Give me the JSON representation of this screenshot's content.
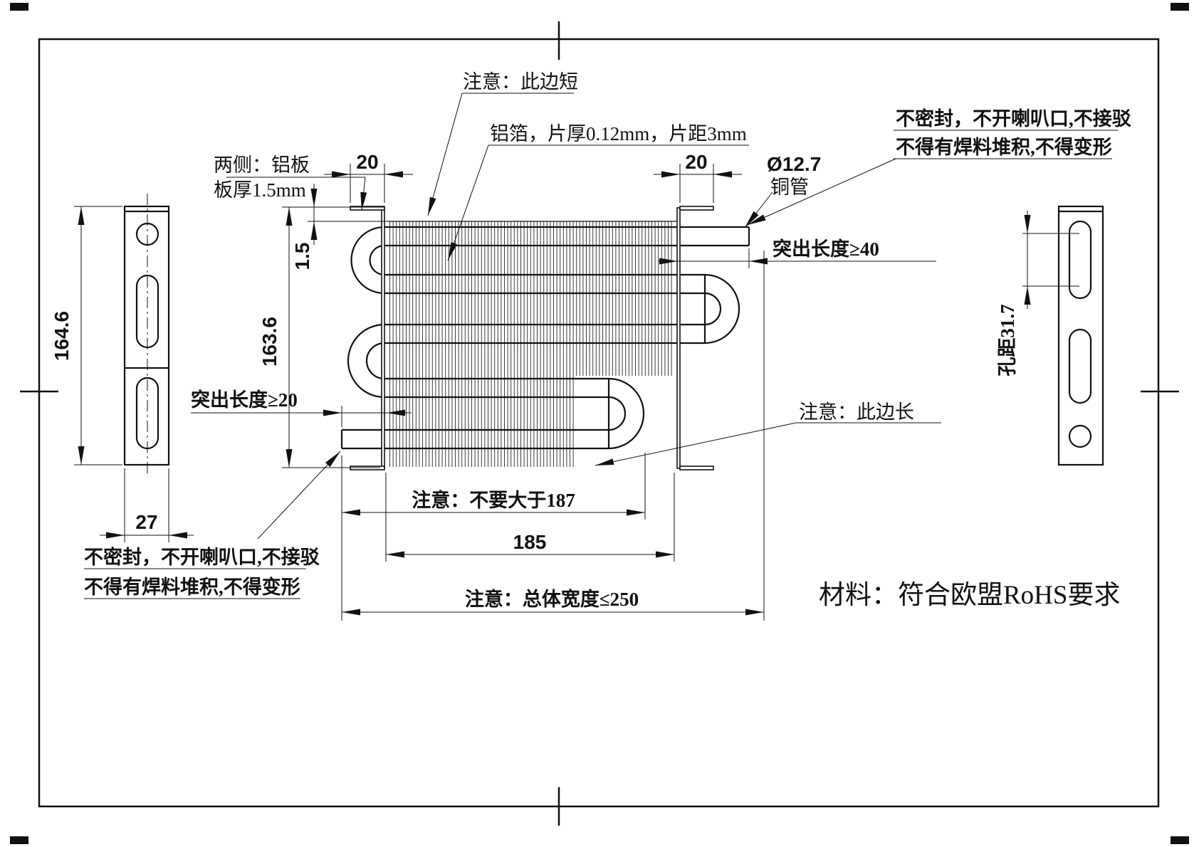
{
  "drawing": {
    "type": "engineering-drawing",
    "labels": {
      "note_short_edge": "注意：此边短",
      "fin_spec": "铝箔，片厚0.12mm，片距3mm",
      "side_plate_line1": "两侧：铝板",
      "side_plate_line2": "板厚1.5mm",
      "pipe_dia": "Ø12.7",
      "pipe_material": "铜管",
      "protrude_right": "突出长度≥40",
      "protrude_left": "突出长度≥20",
      "note_long_edge": "注意：此边长",
      "solder_line1": "不密封，不开喇叭口,不接驳",
      "solder_line2": "不得有焊料堆积,不得变形",
      "note_max_187": "注意：不要大于187",
      "note_overall_width": "注意：总体宽度≤250",
      "material": "材料：符合欧盟RoHS要求"
    },
    "dimensions": {
      "left_fold": "20",
      "right_fold": "20",
      "plate_thickness": "1.5",
      "coil_height": "163.6",
      "bracket_height": "164.6",
      "bracket_width": "27",
      "fin_width": "185",
      "hole_pitch": "孔距31.7"
    }
  }
}
